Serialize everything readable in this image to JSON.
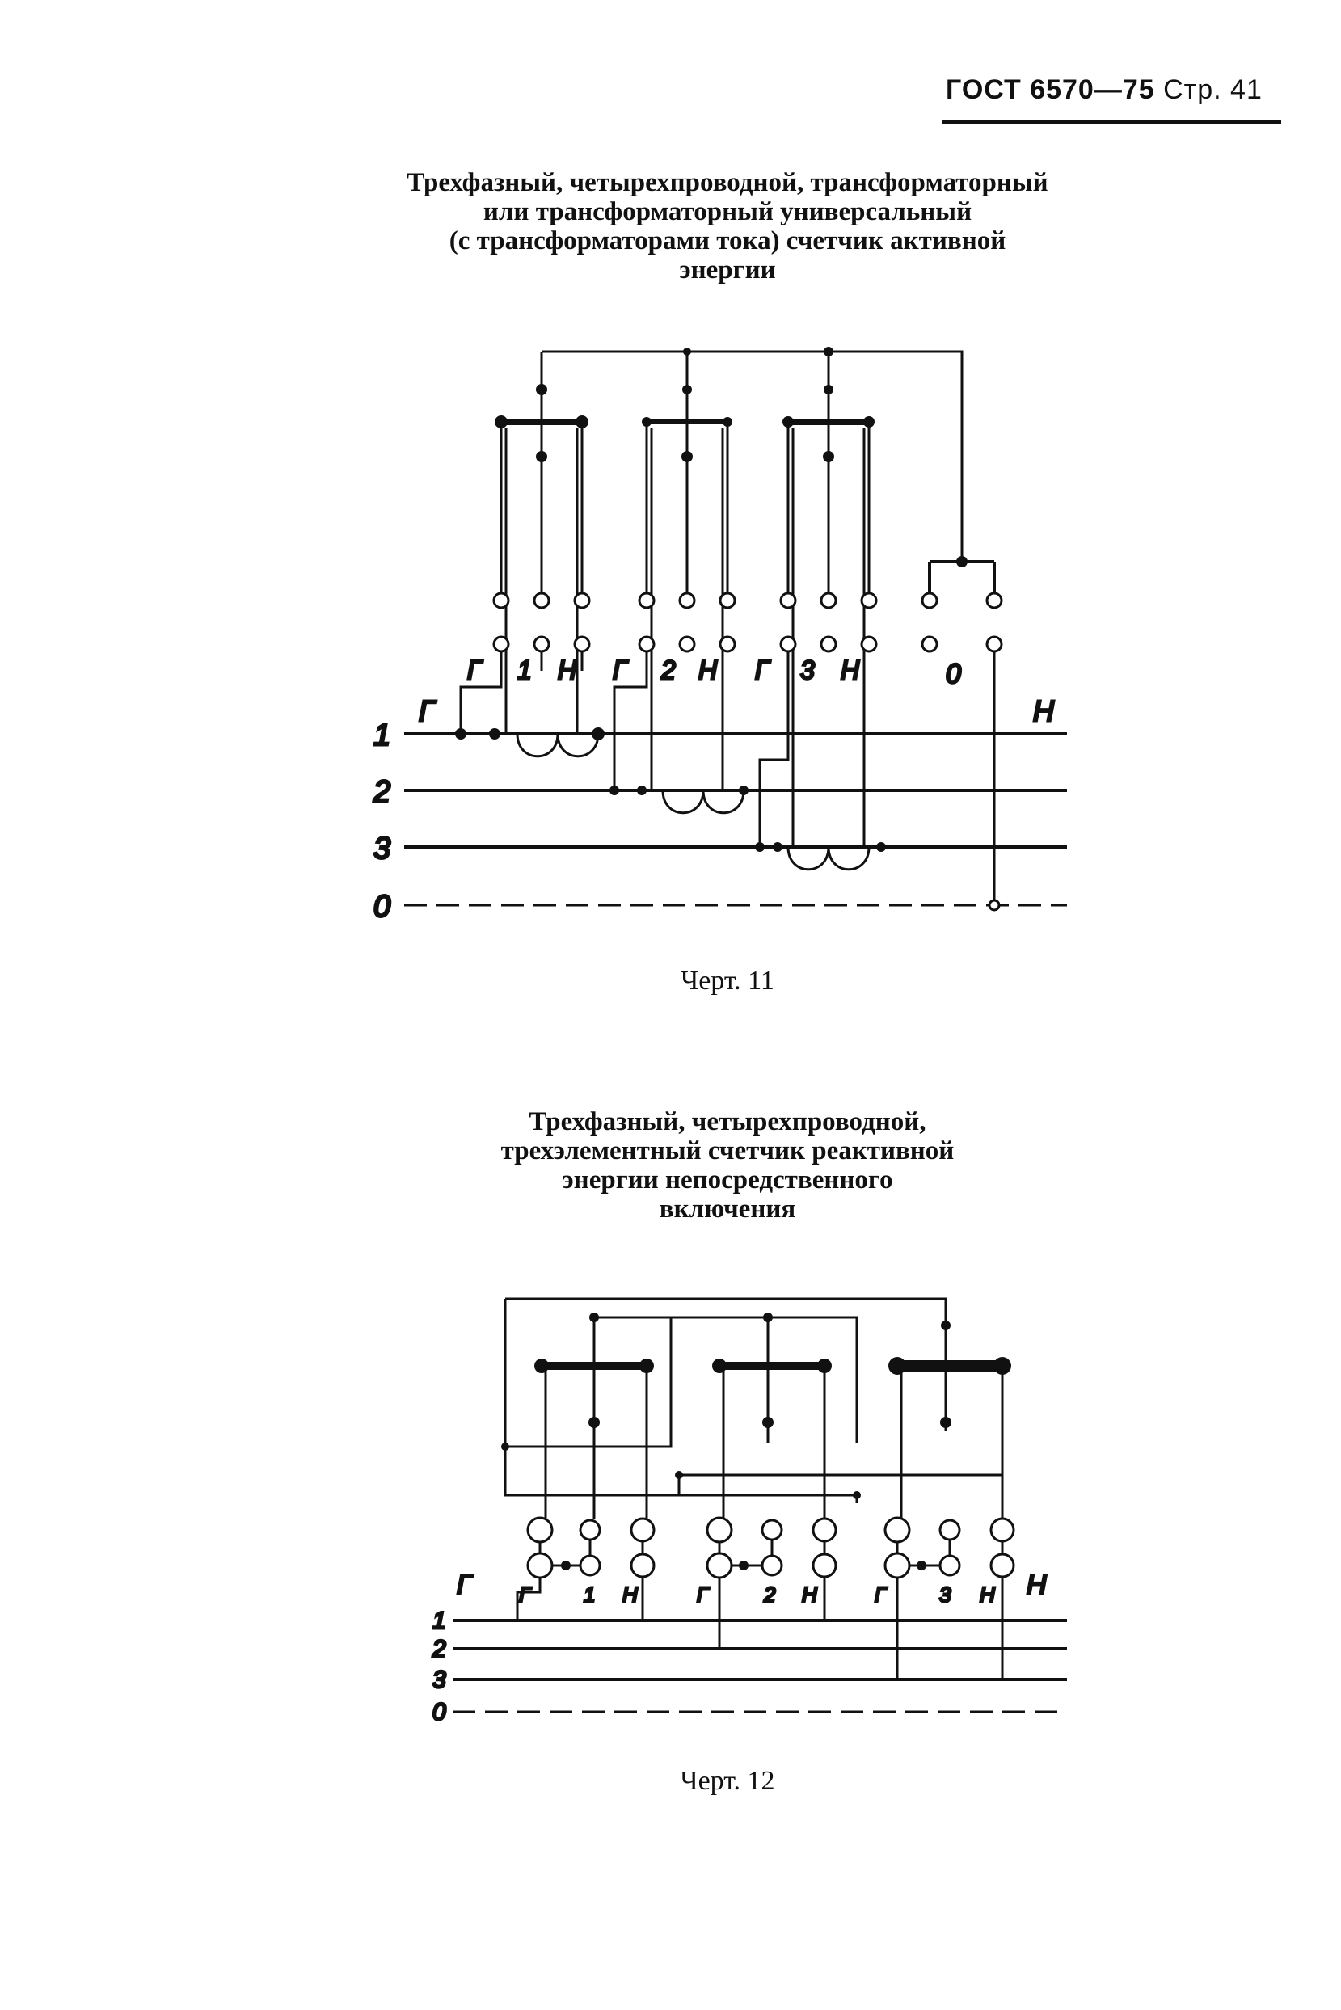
{
  "header": {
    "standard": "ГОСТ 6570—75",
    "page": "Стр. 41"
  },
  "figure11": {
    "title_lines": [
      "Трехфазный, четырехпроводной, трансформаторный",
      "или трансформаторный универсальный",
      "(с трансформаторами тока) счетчик активной",
      "энергии"
    ],
    "caption": "Черт. 11",
    "line_labels": [
      "1",
      "2",
      "3",
      "0"
    ],
    "element_labels": [
      "Г",
      "1",
      "Н",
      "Г",
      "2",
      "Н",
      "Г",
      "3",
      "Н",
      "0"
    ],
    "line_end_labels": [
      "Г",
      "Н"
    ]
  },
  "figure12": {
    "title_lines": [
      "Трехфазный, четырехпроводной,",
      "трехэлементный счетчик реактивной",
      "энергии непосредственного",
      "включения"
    ],
    "caption": "Черт. 12",
    "line_labels": [
      "1",
      "2",
      "3",
      "0"
    ],
    "element_labels": [
      "Г",
      "1",
      "Н",
      "Г",
      "2",
      "Н",
      "Г",
      "3",
      "Н"
    ],
    "line_end_labels": [
      "Г",
      "Н"
    ]
  }
}
